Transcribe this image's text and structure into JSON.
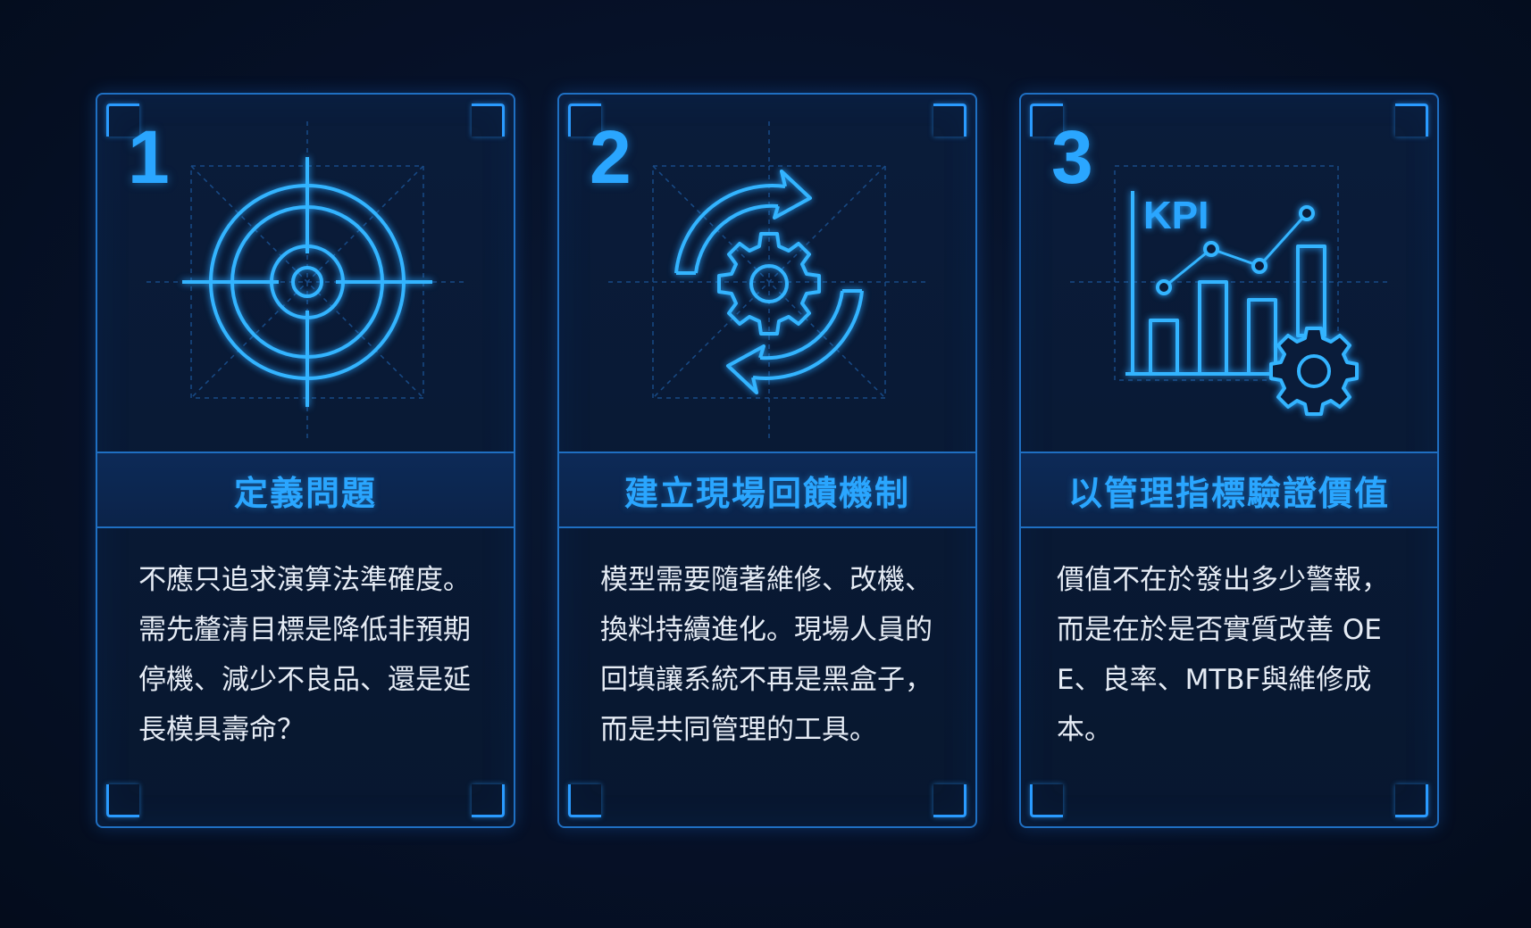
{
  "steps": [
    {
      "number": "1",
      "icon": "target-icon",
      "title": "定義問題",
      "body": "不應只追求演算法準確度。需先釐清目標是降低非預期停機、減少不良品、還是延長模具壽命？"
    },
    {
      "number": "2",
      "icon": "cycle-gear-icon",
      "title": "建立現場回饋機制",
      "body": "模型需要隨著維修、改機、換料持續進化。現場人員的回填讓系統不再是黑盒子，而是共同管理的工具。"
    },
    {
      "number": "3",
      "icon": "kpi-chart-gear-icon",
      "kpi_label": "KPI",
      "title": "以管理指標驗證價值",
      "body": "價值不在於發出多少警報，而是在於是否實質改善 OEE、良率、MTBF與維修成本。"
    }
  ],
  "colors": {
    "background": "#050f22",
    "accent": "#2aa6ff",
    "border": "#1f6fc2",
    "text": "#e6ecf5"
  }
}
